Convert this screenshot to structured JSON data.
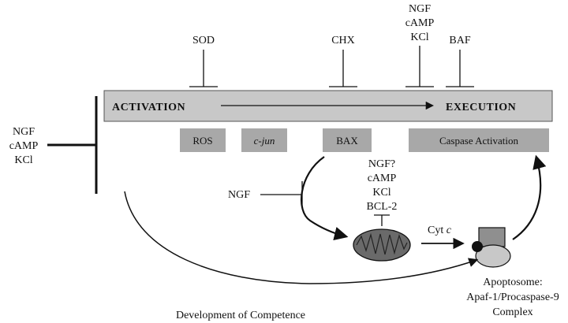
{
  "diagram": {
    "top_bar": {
      "left_label": "ACTIVATION",
      "right_label": "EXECUTION"
    },
    "top_inhibitors": [
      {
        "label": "SOD"
      },
      {
        "label": "CHX"
      },
      {
        "lines": [
          "NGF",
          "cAMP",
          "KCl"
        ]
      },
      {
        "label": "BAF"
      }
    ],
    "left_inhibitor": {
      "lines": [
        "NGF",
        "cAMP",
        "KCl"
      ]
    },
    "events": [
      "ROS",
      "c-jun",
      "BAX",
      "Caspase Activation"
    ],
    "mito_inhibitor": {
      "lines": [
        "NGF?",
        "cAMP",
        "KCl",
        "BCL-2"
      ]
    },
    "bax_inhibitor": {
      "label": "NGF"
    },
    "cyt_c": {
      "prefix": "Cyt",
      "italic": "c"
    },
    "apoptosome": {
      "lines": [
        "Apoptosome:",
        "Apaf-1/Procaspase-9",
        "Complex"
      ]
    },
    "competence_label": "Development of Competence",
    "colors": {
      "bar_fill": "#c8c8c8",
      "event_box_fill": "#a8a8a8",
      "mitochondrion_fill": "#6a6a6a",
      "line": "#111111"
    }
  }
}
